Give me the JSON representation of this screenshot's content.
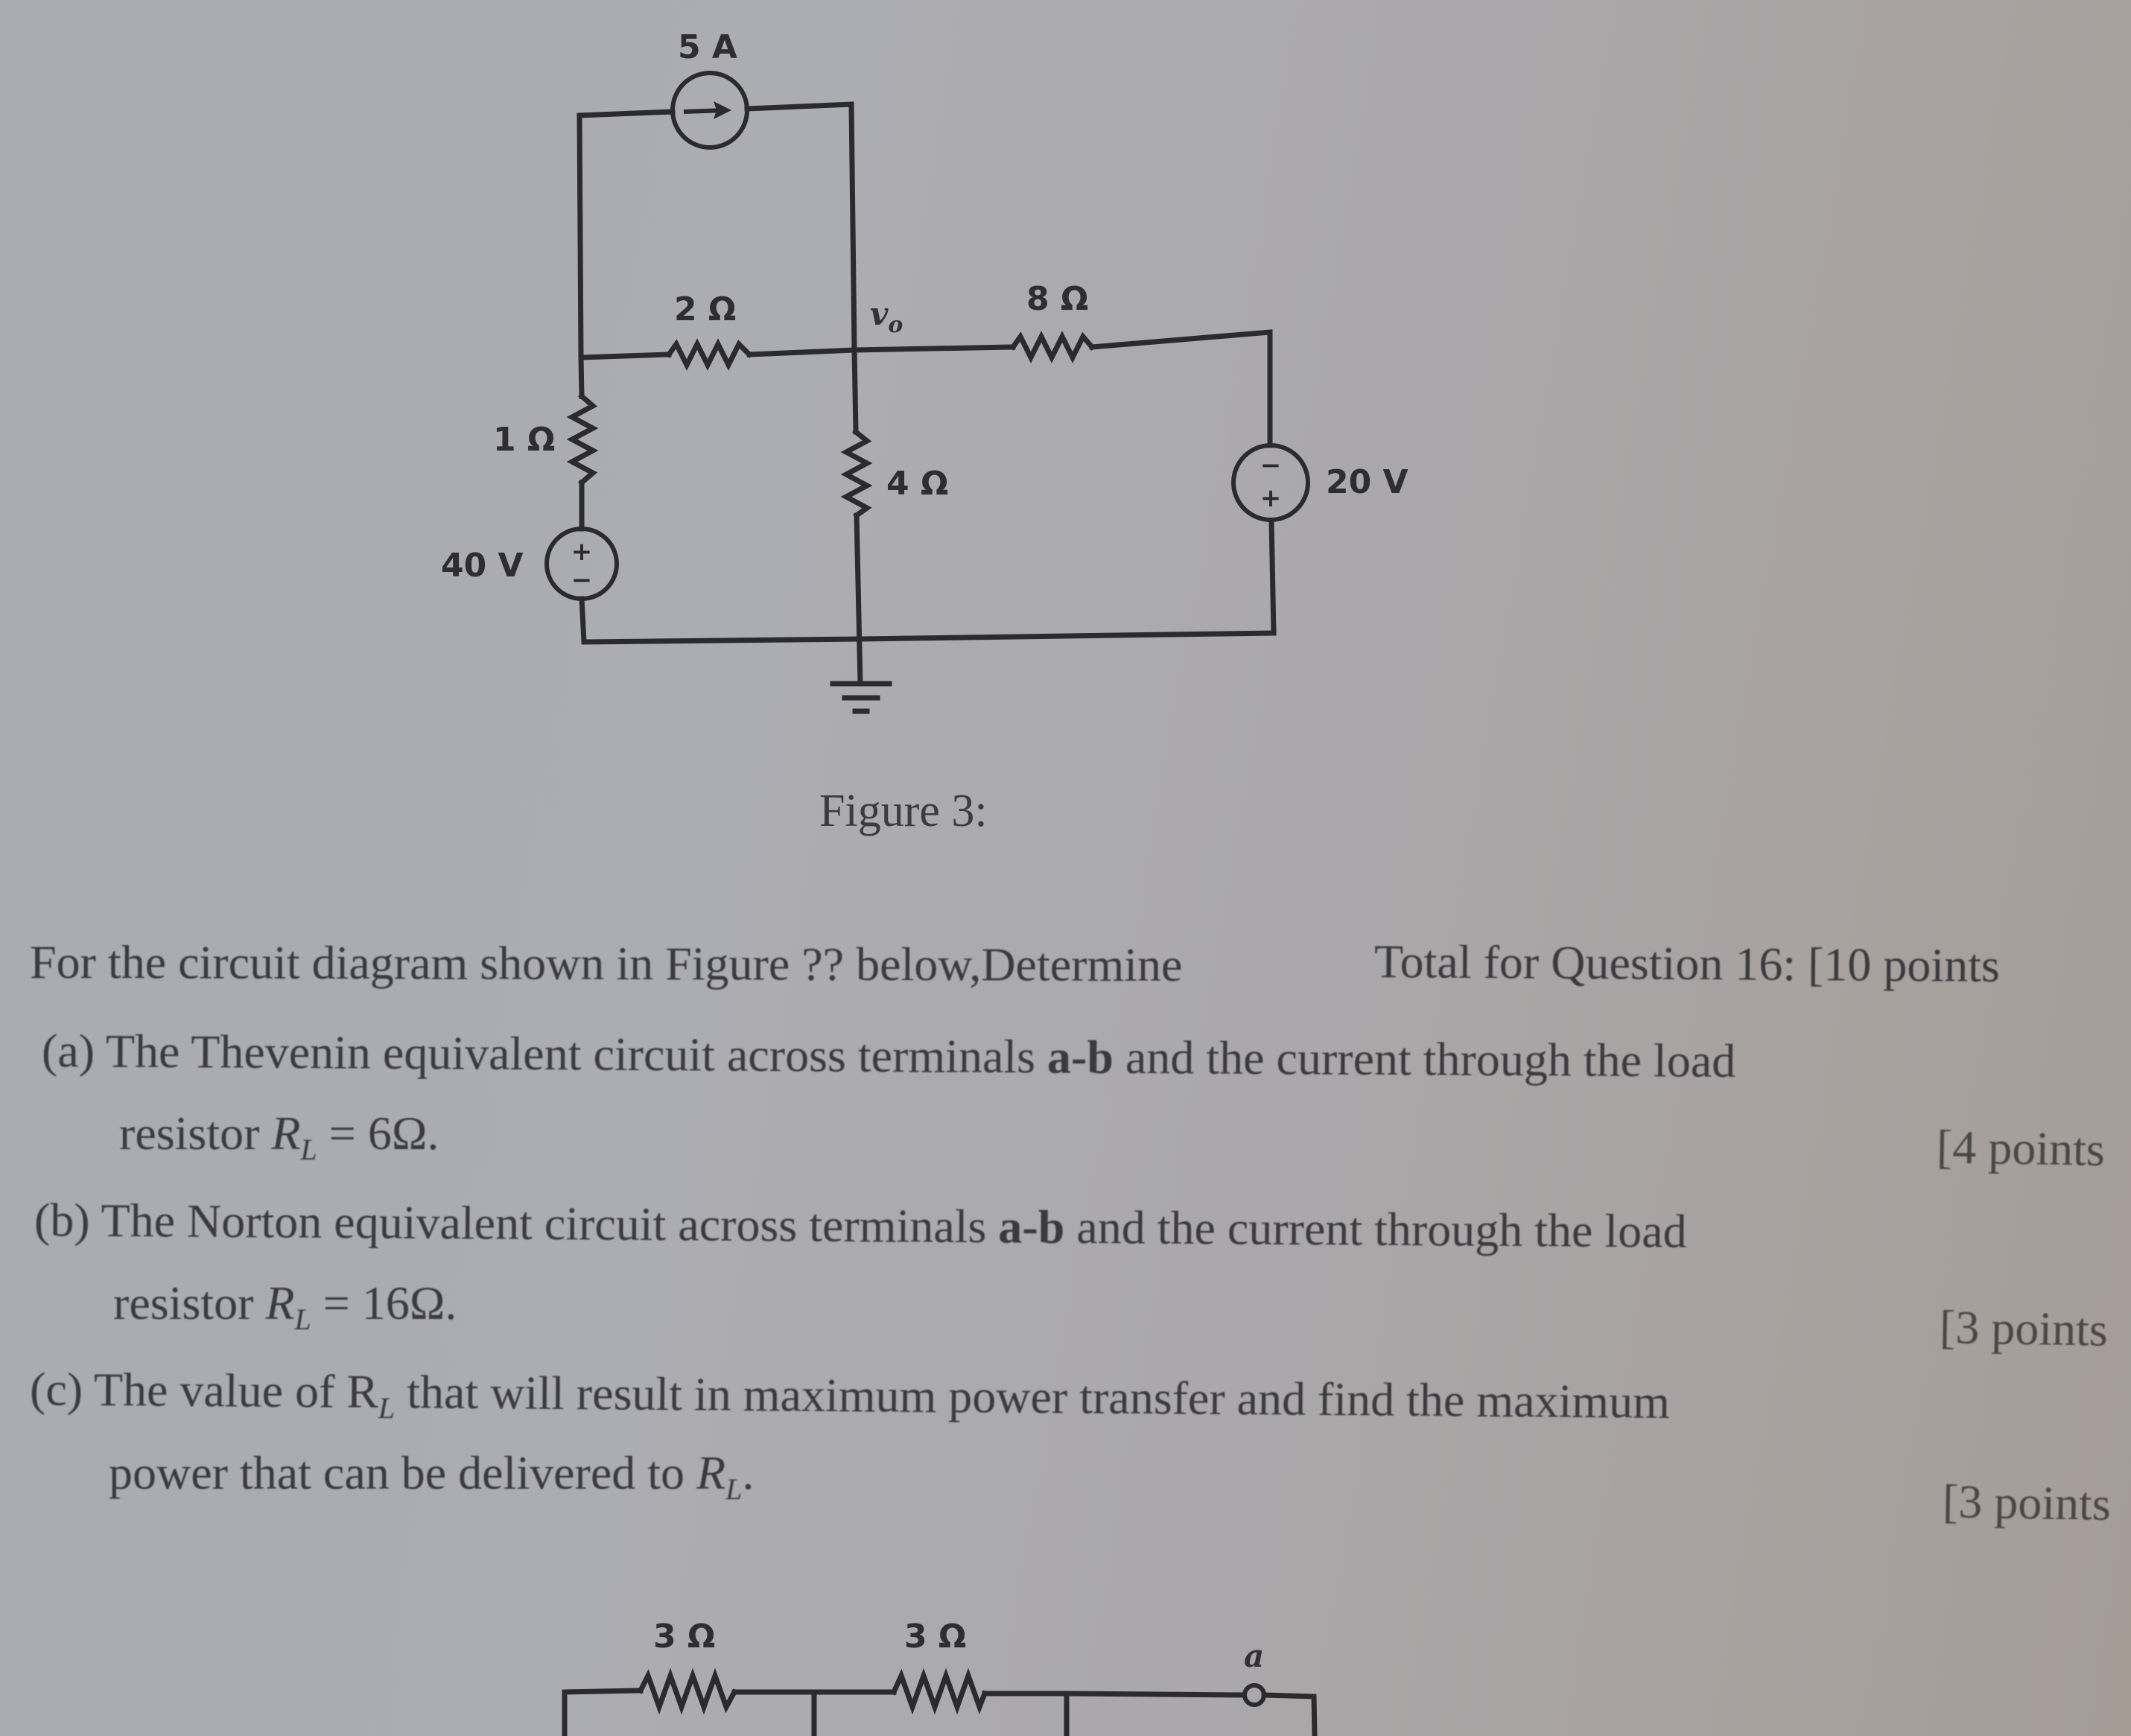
{
  "figure": {
    "caption": "Figure 3:",
    "components": {
      "current_source": {
        "label": "5 A",
        "direction": "arrow-right"
      },
      "r_top_left": {
        "label": "2 Ω"
      },
      "node": {
        "label": "v",
        "subscript": "o"
      },
      "r_top_right": {
        "label": "8 Ω"
      },
      "r_left": {
        "label": "1 Ω"
      },
      "r_middle": {
        "label": "4 Ω"
      },
      "v_left": {
        "label": "40 V",
        "top_sign": "+",
        "bottom_sign": "−"
      },
      "v_right": {
        "label": "20 V",
        "top_sign": "−",
        "bottom_sign": "+"
      },
      "ground": {
        "label": ""
      }
    }
  },
  "question": {
    "intro": "For the circuit diagram shown in Figure ?? below,Determine",
    "total": "Total for Question 16: [10 points",
    "parts": [
      {
        "marker": "(a)",
        "line1_before": "The Thevenin equivalent circuit across terminals ",
        "line1_bold": "a-b",
        "line1_after": " and the current through the load",
        "line2_prefix": "resistor ",
        "line2_var": "R",
        "line2_sub": "L",
        "line2_rest": " = 6Ω.",
        "points": "[4 points"
      },
      {
        "marker": "(b)",
        "line1_before": "The Norton equivalent circuit across terminals ",
        "line1_bold": "a-b",
        "line1_after": " and the current through the load",
        "line2_prefix": "resistor ",
        "line2_var": "R",
        "line2_sub": "L",
        "line2_rest": " = 16Ω.",
        "points": "[3 points"
      },
      {
        "marker": "(c)",
        "line1_before": "The value of R",
        "line1_sub": "L",
        "line1_after": " that will result in maximum power transfer and find the maximum",
        "line2_prefix": "power that can be delivered to ",
        "line2_var": "R",
        "line2_sub": "L",
        "line2_rest": ".",
        "points": "[3 points"
      }
    ]
  },
  "next_figure": {
    "r1_label": "3 Ω",
    "r2_label": "3 Ω",
    "terminal_label": "a"
  }
}
